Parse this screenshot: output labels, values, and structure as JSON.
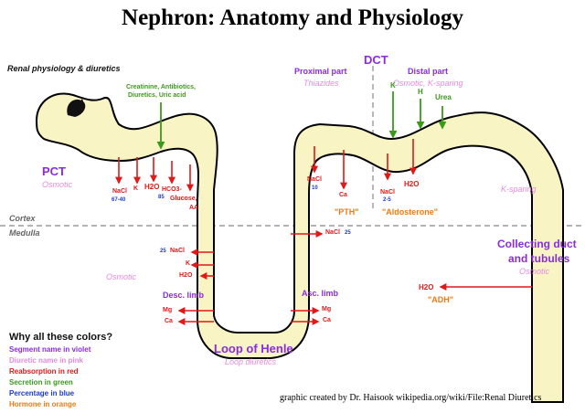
{
  "title": "Nephron:  Anatomy and Physiology",
  "subtitle": "Renal physiology & diuretics",
  "zones": {
    "cortex": "Cortex",
    "medulla": "Medulla"
  },
  "segments": {
    "pct": "PCT",
    "pct_diuretic": "Osmotic",
    "dct": "DCT",
    "proximal_part": "Proximal part",
    "proximal_diuretic": "Thiazides",
    "distal_part": "Distal part",
    "distal_diuretic": "Osmotic, K-sparing",
    "k_sparing": "K-sparing",
    "collecting_duct_line1": "Collecting duct",
    "collecting_duct_line2": "and tubules",
    "collecting_diuretic": "Osmotic",
    "loop_of_henle": "Loop of Henle",
    "loop_diuretic": "Loop diuretics",
    "desc_limb": "Desc. limb",
    "desc_diuretic": "Osmotic",
    "asc_limb": "Asc. limb"
  },
  "secretion": {
    "pct_line1": "Creatinine, Antibiotics,",
    "pct_line2": "Diuretics, Uric acid",
    "k": "K",
    "h": "H",
    "urea": "Urea"
  },
  "reabsorption": {
    "pct_nacl": "NaCl",
    "pct_nacl_pct": "67-40",
    "pct_k": "K",
    "pct_h2o": "H2O",
    "pct_hco3": "HCO3-",
    "pct_hco3_pct": "85",
    "pct_glucose": "Glucose,",
    "pct_aa": "AA",
    "desc_nacl_pct": "25",
    "desc_nacl": "NaCl",
    "desc_k": "K",
    "desc_h2o": "H2O",
    "desc_mg": "Mg",
    "desc_ca": "Ca",
    "asc_nacl": "NaCl",
    "asc_nacl_pct": "25",
    "asc_mg": "Mg",
    "asc_ca": "Ca",
    "prox_nacl": "NaCl",
    "prox_nacl_pct": "10",
    "prox_ca": "Ca",
    "dist_nacl": "NaCl",
    "dist_nacl_pct": "2-5",
    "dist_h2o": "H2O",
    "cd_h2o": "H2O"
  },
  "hormones": {
    "pth": "\"PTH\"",
    "aldosterone": "\"Aldosterone\"",
    "adh": "\"ADH\""
  },
  "legend": {
    "title": "Why all these colors?",
    "items": [
      {
        "text": "Segment name in violet",
        "color": "#8a2be2"
      },
      {
        "text": "Diuretic name in pink",
        "color": "#e58be0"
      },
      {
        "text": "Reabsorption in red",
        "color": "#e01818"
      },
      {
        "text": "Secretion in green",
        "color": "#3a9a1a"
      },
      {
        "text": "Percentage in blue",
        "color": "#1a3ad0"
      },
      {
        "text": "Hormone in orange",
        "color": "#f07a10"
      }
    ]
  },
  "credit": "graphic created by Dr. Haisook  wikipedia.org/wiki/File:Renal Diuretics",
  "colors": {
    "tubule_fill": "#f8f4c4",
    "tubule_stroke": "#000000",
    "red": "#e01818",
    "green": "#3a9a1a"
  }
}
